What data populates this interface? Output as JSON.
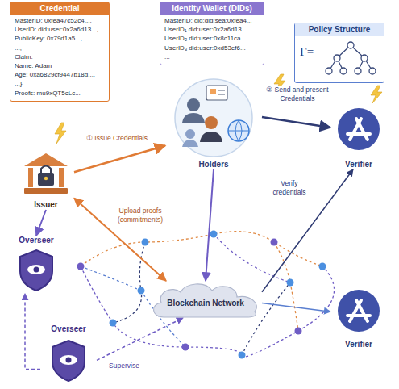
{
  "diagram": {
    "nodes": [
      {
        "text": [
          "Credential",
          "MasterID: 0xfea47c52c4...,",
          "UserID: did:user:0x2a6d13...,",
          "PublicKey: 0x79d1a5...,",
          "...,",
          "Claim:",
          "Name: Adam",
          "Age: 0xa6829cf9447b18d...,",
          "...}",
          "Proofs: mu9xQT5cLc..."
        ]
      },
      {
        "text": [
          "Identity Wallet (DIDs)",
          "MasterID: did:did:sea:0xfea4...",
          "UserID₁ did:user:0x2a6d13...",
          "UserID₂ did:user:0x8c11ca...",
          "UserID₃ did:user:0xd53ef6...",
          "..."
        ]
      },
      {
        "text": [
          "Policy Structure",
          "Γ="
        ]
      },
      {
        "text": [
          "Issuer"
        ]
      },
      {
        "text": [
          "Holders"
        ]
      },
      {
        "text": [
          "Verifier"
        ]
      },
      {
        "text": [
          "Overseer"
        ]
      },
      {
        "text": [
          "Blockchain Network"
        ]
      },
      {
        "text": [
          "Verifier"
        ]
      },
      {
        "text": [
          "Overseer"
        ]
      }
    ],
    "edges": [
      {
        "from": 3,
        "to": 4,
        "arrow": "to",
        "label": "① Issue Credentials"
      },
      {
        "from": 4,
        "to": 5,
        "arrow": "to",
        "label": "② Send and present Credentials"
      },
      {
        "from": 3,
        "to": 7,
        "arrow": "both",
        "label": "Upload proofs (commitments)"
      },
      {
        "from": 3,
        "to": 6,
        "arrow": "to"
      },
      {
        "from": 4,
        "to": 7,
        "arrow": "to"
      },
      {
        "from": 7,
        "to": 5,
        "arrow": "to",
        "label": "Verify credentials"
      },
      {
        "from": 9,
        "to": 7,
        "arrow": "to",
        "label": "Supervise"
      },
      {
        "from": 9,
        "to": 6,
        "arrow": "to"
      },
      {
        "from": 7,
        "to": 8,
        "arrow": "to"
      }
    ]
  }
}
